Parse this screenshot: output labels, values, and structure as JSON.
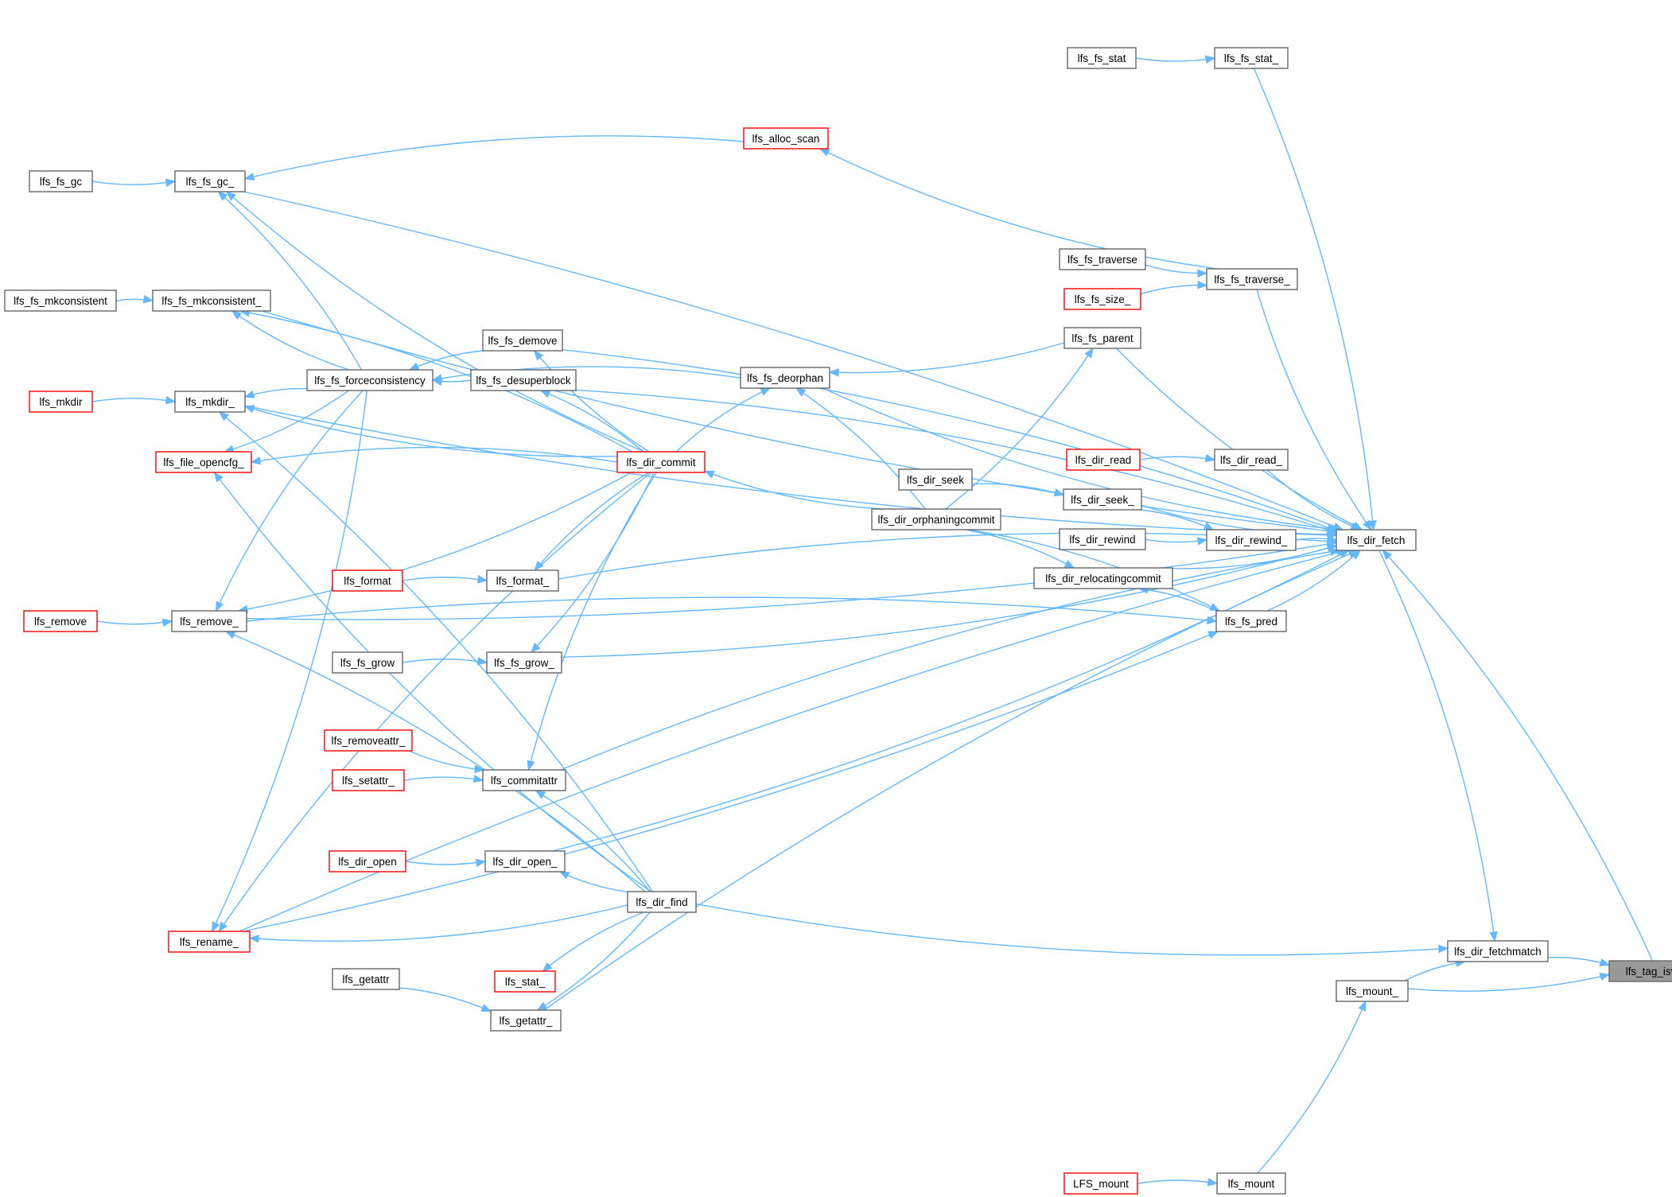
{
  "colors": {
    "edge": "#63b8ff",
    "node_border": "#666666",
    "truncated_border": "#ff0000",
    "root_fill": "#999999",
    "background": "#ffffff"
  },
  "nodes": [
    {
      "id": "lfs_tag_isvalid",
      "label": "lfs_tag_isvalid",
      "kind": "root"
    },
    {
      "id": "lfs_dir_fetchmatch",
      "label": "lfs_dir_fetchmatch",
      "kind": "normal"
    },
    {
      "id": "lfs_mount_",
      "label": "lfs_mount_",
      "kind": "normal"
    },
    {
      "id": "lfs_dir_fetch",
      "label": "lfs_dir_fetch",
      "kind": "normal"
    },
    {
      "id": "lfs_dir_find",
      "label": "lfs_dir_find",
      "kind": "normal"
    },
    {
      "id": "lfs_fs_stat_",
      "label": "lfs_fs_stat_",
      "kind": "normal"
    },
    {
      "id": "lfs_fs_stat",
      "label": "lfs_fs_stat",
      "kind": "normal"
    },
    {
      "id": "lfs_alloc_scan",
      "label": "lfs_alloc_scan",
      "kind": "truncated"
    },
    {
      "id": "lfs_fs_gc_",
      "label": "lfs_fs_gc_",
      "kind": "normal"
    },
    {
      "id": "lfs_fs_gc",
      "label": "lfs_fs_gc",
      "kind": "normal"
    },
    {
      "id": "lfs_fs_traverse",
      "label": "lfs_fs_traverse",
      "kind": "normal"
    },
    {
      "id": "lfs_fs_traverse_",
      "label": "lfs_fs_traverse_",
      "kind": "normal"
    },
    {
      "id": "lfs_fs_size_",
      "label": "lfs_fs_size_",
      "kind": "truncated"
    },
    {
      "id": "lfs_fs_mkconsistent",
      "label": "lfs_fs_mkconsistent",
      "kind": "normal"
    },
    {
      "id": "lfs_fs_mkconsistent_",
      "label": "lfs_fs_mkconsistent_",
      "kind": "normal"
    },
    {
      "id": "lfs_fs_parent",
      "label": "lfs_fs_parent",
      "kind": "normal"
    },
    {
      "id": "lfs_fs_demove",
      "label": "lfs_fs_demove",
      "kind": "normal"
    },
    {
      "id": "lfs_fs_deorphan",
      "label": "lfs_fs_deorphan",
      "kind": "normal"
    },
    {
      "id": "lfs_mkdir",
      "label": "lfs_mkdir",
      "kind": "truncated"
    },
    {
      "id": "lfs_mkdir_",
      "label": "lfs_mkdir_",
      "kind": "normal"
    },
    {
      "id": "lfs_fs_forceconsistency",
      "label": "lfs_fs_forceconsistency",
      "kind": "normal"
    },
    {
      "id": "lfs_fs_desuperblock",
      "label": "lfs_fs_desuperblock",
      "kind": "normal"
    },
    {
      "id": "lfs_file_opencfg_",
      "label": "lfs_file_opencfg_",
      "kind": "truncated"
    },
    {
      "id": "lfs_dir_commit",
      "label": "lfs_dir_commit",
      "kind": "truncated"
    },
    {
      "id": "lfs_dir_read",
      "label": "lfs_dir_read",
      "kind": "truncated"
    },
    {
      "id": "lfs_dir_read_",
      "label": "lfs_dir_read_",
      "kind": "normal"
    },
    {
      "id": "lfs_dir_seek",
      "label": "lfs_dir_seek",
      "kind": "normal"
    },
    {
      "id": "lfs_dir_seek_",
      "label": "lfs_dir_seek_",
      "kind": "normal"
    },
    {
      "id": "lfs_dir_orphaningcommit",
      "label": "lfs_dir_orphaningcommit",
      "kind": "normal"
    },
    {
      "id": "lfs_dir_rewind",
      "label": "lfs_dir_rewind",
      "kind": "normal"
    },
    {
      "id": "lfs_dir_rewind_",
      "label": "lfs_dir_rewind_",
      "kind": "normal"
    },
    {
      "id": "lfs_dir_relocatingcommit",
      "label": "lfs_dir_relocatingcommit",
      "kind": "normal"
    },
    {
      "id": "lfs_format",
      "label": "lfs_format",
      "kind": "truncated"
    },
    {
      "id": "lfs_format_",
      "label": "lfs_format_",
      "kind": "normal"
    },
    {
      "id": "lfs_remove",
      "label": "lfs_remove",
      "kind": "truncated"
    },
    {
      "id": "lfs_remove_",
      "label": "lfs_remove_",
      "kind": "normal"
    },
    {
      "id": "lfs_fs_pred",
      "label": "lfs_fs_pred",
      "kind": "normal"
    },
    {
      "id": "lfs_fs_grow",
      "label": "lfs_fs_grow",
      "kind": "normal"
    },
    {
      "id": "lfs_fs_grow_",
      "label": "lfs_fs_grow_",
      "kind": "normal"
    },
    {
      "id": "lfs_removeattr_",
      "label": "lfs_removeattr_",
      "kind": "truncated"
    },
    {
      "id": "lfs_setattr_",
      "label": "lfs_setattr_",
      "kind": "truncated"
    },
    {
      "id": "lfs_commitattr",
      "label": "lfs_commitattr",
      "kind": "normal"
    },
    {
      "id": "lfs_dir_open",
      "label": "lfs_dir_open",
      "kind": "truncated"
    },
    {
      "id": "lfs_dir_open_",
      "label": "lfs_dir_open_",
      "kind": "normal"
    },
    {
      "id": "lfs_rename_",
      "label": "lfs_rename_",
      "kind": "truncated"
    },
    {
      "id": "lfs_stat_",
      "label": "lfs_stat_",
      "kind": "truncated"
    },
    {
      "id": "lfs_getattr",
      "label": "lfs_getattr",
      "kind": "normal"
    },
    {
      "id": "lfs_getattr_",
      "label": "lfs_getattr_",
      "kind": "normal"
    },
    {
      "id": "LFS_mount",
      "label": "LFS_mount",
      "kind": "truncated"
    },
    {
      "id": "lfs_mount",
      "label": "lfs_mount",
      "kind": "normal"
    }
  ],
  "edges": [
    [
      "lfs_dir_fetchmatch",
      "lfs_tag_isvalid"
    ],
    [
      "lfs_mount_",
      "lfs_tag_isvalid"
    ],
    [
      "lfs_dir_fetch",
      "lfs_dir_fetchmatch"
    ],
    [
      "lfs_dir_find",
      "lfs_dir_fetchmatch"
    ],
    [
      "lfs_mount_",
      "lfs_dir_fetchmatch"
    ],
    [
      "lfs_fs_stat",
      "lfs_fs_stat_"
    ],
    [
      "lfs_fs_stat_",
      "lfs_dir_fetch"
    ],
    [
      "lfs_fs_gc",
      "lfs_fs_gc_"
    ],
    [
      "lfs_fs_gc_",
      "lfs_dir_fetch"
    ],
    [
      "lfs_alloc_scan",
      "lfs_fs_gc_"
    ],
    [
      "lfs_fs_traverse_",
      "lfs_alloc_scan"
    ],
    [
      "lfs_fs_traverse",
      "lfs_fs_traverse_"
    ],
    [
      "lfs_fs_size_",
      "lfs_fs_traverse_"
    ],
    [
      "lfs_fs_traverse_",
      "lfs_dir_fetch"
    ],
    [
      "lfs_fs_mkconsistent",
      "lfs_fs_mkconsistent_"
    ],
    [
      "lfs_fs_mkconsistent_",
      "lfs_dir_fetch"
    ],
    [
      "lfs_mkdir",
      "lfs_mkdir_"
    ],
    [
      "lfs_mkdir_",
      "lfs_dir_fetch"
    ],
    [
      "lfs_fs_demove",
      "lfs_dir_fetch"
    ],
    [
      "lfs_fs_deorphan",
      "lfs_dir_fetch"
    ],
    [
      "lfs_fs_desuperblock",
      "lfs_dir_fetch"
    ],
    [
      "lfs_fs_parent",
      "lfs_dir_fetch"
    ],
    [
      "lfs_fs_parent",
      "lfs_fs_deorphan"
    ],
    [
      "lfs_dir_orphaningcommit",
      "lfs_fs_parent"
    ],
    [
      "lfs_dir_read",
      "lfs_dir_read_"
    ],
    [
      "lfs_dir_read_",
      "lfs_dir_fetch"
    ],
    [
      "lfs_dir_seek",
      "lfs_dir_seek_"
    ],
    [
      "lfs_dir_seek_",
      "lfs_dir_fetch"
    ],
    [
      "lfs_dir_seek_",
      "lfs_dir_rewind_"
    ],
    [
      "lfs_dir_rewind",
      "lfs_dir_rewind_"
    ],
    [
      "lfs_dir_rewind_",
      "lfs_dir_fetch"
    ],
    [
      "lfs_dir_relocatingcommit",
      "lfs_dir_fetch"
    ],
    [
      "lfs_dir_orphaningcommit",
      "lfs_dir_relocatingcommit"
    ],
    [
      "lfs_fs_pred",
      "lfs_dir_fetch"
    ],
    [
      "lfs_dir_orphaningcommit",
      "lfs_fs_pred"
    ],
    [
      "lfs_fs_pred",
      "lfs_dir_relocatingcommit"
    ],
    [
      "lfs_remove_",
      "lfs_fs_pred"
    ],
    [
      "lfs_rename_",
      "lfs_fs_pred"
    ],
    [
      "lfs_format_",
      "lfs_dir_fetch"
    ],
    [
      "lfs_fs_grow_",
      "lfs_dir_fetch"
    ],
    [
      "lfs_commitattr",
      "lfs_dir_fetch"
    ],
    [
      "lfs_dir_open_",
      "lfs_dir_fetch"
    ],
    [
      "lfs_getattr_",
      "lfs_dir_fetch"
    ],
    [
      "lfs_remove_",
      "lfs_dir_fetch"
    ],
    [
      "lfs_rename_",
      "lfs_dir_fetch"
    ],
    [
      "lfs_mount",
      "lfs_mount_"
    ],
    [
      "LFS_mount",
      "lfs_mount"
    ],
    [
      "lfs_fs_forceconsistency",
      "lfs_fs_gc_"
    ],
    [
      "lfs_fs_forceconsistency",
      "lfs_fs_mkconsistent_"
    ],
    [
      "lfs_fs_forceconsistency",
      "lfs_mkdir_"
    ],
    [
      "lfs_fs_forceconsistency",
      "lfs_file_opencfg_"
    ],
    [
      "lfs_fs_forceconsistency",
      "lfs_remove_"
    ],
    [
      "lfs_fs_forceconsistency",
      "lfs_rename_"
    ],
    [
      "lfs_fs_demove",
      "lfs_fs_forceconsistency"
    ],
    [
      "lfs_fs_desuperblock",
      "lfs_fs_forceconsistency"
    ],
    [
      "lfs_fs_deorphan",
      "lfs_fs_forceconsistency"
    ],
    [
      "lfs_dir_commit",
      "lfs_fs_gc_"
    ],
    [
      "lfs_dir_commit",
      "lfs_fs_mkconsistent_"
    ],
    [
      "lfs_dir_commit",
      "lfs_fs_demove"
    ],
    [
      "lfs_dir_commit",
      "lfs_fs_desuperblock"
    ],
    [
      "lfs_dir_commit",
      "lfs_mkdir_"
    ],
    [
      "lfs_dir_commit",
      "lfs_file_opencfg_"
    ],
    [
      "lfs_dir_commit",
      "lfs_remove_"
    ],
    [
      "lfs_dir_commit",
      "lfs_rename_"
    ],
    [
      "lfs_dir_commit",
      "lfs_fs_deorphan"
    ],
    [
      "lfs_dir_commit",
      "lfs_format_"
    ],
    [
      "lfs_dir_commit",
      "lfs_fs_grow_"
    ],
    [
      "lfs_dir_commit",
      "lfs_commitattr"
    ],
    [
      "lfs_dir_orphaningcommit",
      "lfs_dir_commit"
    ],
    [
      "lfs_dir_orphaningcommit",
      "lfs_fs_deorphan"
    ],
    [
      "lfs_format",
      "lfs_format_"
    ],
    [
      "lfs_remove",
      "lfs_remove_"
    ],
    [
      "lfs_fs_grow",
      "lfs_fs_grow_"
    ],
    [
      "lfs_removeattr_",
      "lfs_commitattr"
    ],
    [
      "lfs_setattr_",
      "lfs_commitattr"
    ],
    [
      "lfs_dir_open",
      "lfs_dir_open_"
    ],
    [
      "lfs_getattr",
      "lfs_getattr_"
    ],
    [
      "lfs_dir_find",
      "lfs_mkdir_"
    ],
    [
      "lfs_dir_find",
      "lfs_file_opencfg_"
    ],
    [
      "lfs_dir_find",
      "lfs_remove_"
    ],
    [
      "lfs_dir_find",
      "lfs_rename_"
    ],
    [
      "lfs_dir_find",
      "lfs_commitattr"
    ],
    [
      "lfs_dir_find",
      "lfs_dir_open_"
    ],
    [
      "lfs_dir_find",
      "lfs_stat_"
    ],
    [
      "lfs_dir_find",
      "lfs_getattr_"
    ],
    [
      "lfs_tag_isvalid",
      "lfs_dir_fetch"
    ]
  ]
}
